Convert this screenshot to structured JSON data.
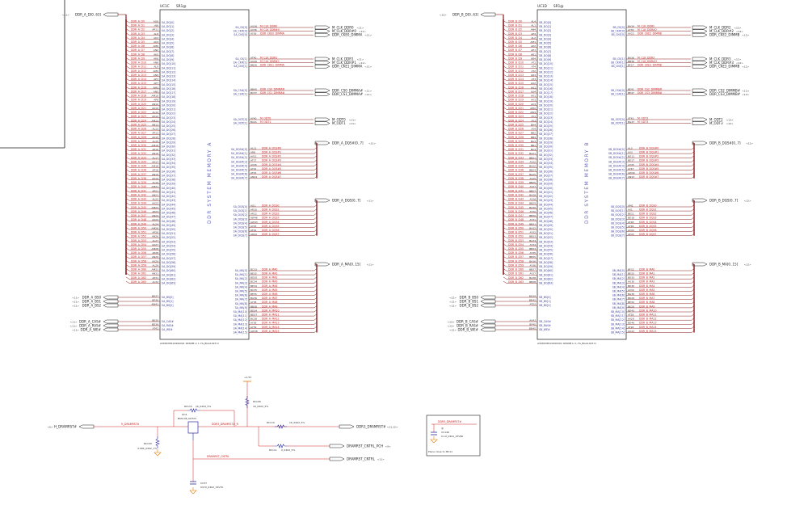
{
  "colors": {
    "wire": "#8b1a1a",
    "net": "#cc2222",
    "pin": "#3a3a9a",
    "body": "#1a1a1a",
    "title": "#6a6ac8",
    "power": "#e07a00",
    "part": "#2a2aa0"
  },
  "chA": {
    "ref": "UC1C",
    "refSuffix": "SR1@",
    "title": "DDR SYSTEM MEMORY A",
    "partNo": "AVK8036510990001 SRSNM LI 1.7G_BGA1023 D",
    "busIn": "DDR_A_D[0..63]",
    "busInTag": "<11>",
    "dqPins": [
      "AG6",
      "AJ6",
      "AP11",
      "AL8",
      "AK3",
      "AK4",
      "AM6",
      "AN2",
      "AK5",
      "AK6",
      "AN8",
      "AL9",
      "AM9",
      "AN9",
      "AP3",
      "AP7",
      "AM3",
      "AN5",
      "AM10",
      "AP8",
      "AN10",
      "AK10",
      "AL12",
      "AK12",
      "AM13",
      "AN13",
      "AL13",
      "AP13",
      "AK15",
      "AL15",
      "AM16",
      "AP16",
      "AN16",
      "AL17",
      "AK17",
      "AM18",
      "AP18",
      "AN19",
      "AK19",
      "AL19",
      "AM21",
      "AP21",
      "AN21",
      "AL22",
      "AK22",
      "AM23",
      "AP23",
      "AN24",
      "AK24",
      "AL24",
      "AM26",
      "AP26",
      "AN26",
      "AL27",
      "AK27",
      "AM28",
      "AP28",
      "AN29",
      "AK29",
      "AL29",
      "AM31",
      "AN31",
      "AP31",
      "AL32"
    ],
    "clk": {
      "pins": [
        "AU36",
        "AV36",
        "AY26"
      ],
      "labels": [
        "SA_CK[0]",
        "SA_CK#[0]",
        "SA_CKE[0]"
      ],
      "nets": [
        "M_CLK_DDR0",
        "M_CLK_DDR#0",
        "DDR_CKE0_DIMMA"
      ],
      "ports": [
        "M_CLK_DDR0",
        "M_CLK_DDR#0",
        "DDR_CKE0_DIMMA"
      ],
      "tags": [
        "<11>",
        "<11>",
        "<11>"
      ]
    },
    "clk1": {
      "pins": [
        "AT40",
        "AU40",
        "BB26"
      ],
      "labels": [
        "SA_CK[1]",
        "SA_CK#[1]",
        "SA_CKE[1]"
      ],
      "nets": [
        "M_CLK_DDR1",
        "M_CLK_DDR#1",
        "DDR_CKE1_DIMMA"
      ],
      "ports": [
        "M_CLK_DDR1",
        "M_CLK_DDR#1",
        "DDR_CKE1_DIMMA"
      ],
      "tags": [
        "<11>",
        "<11>",
        "<11>"
      ]
    },
    "cs": {
      "pins": [
        "BB40",
        "BC37"
      ],
      "labels": [
        "SA_CS#[0]",
        "SA_CS#[1]"
      ],
      "nets": [
        "DDR_CS0_DIMMA#",
        "DDR_CS1_DIMMA#"
      ],
      "ports": [
        "DDR_CS0_DIMMA#",
        "DDR_CS1_DIMMA#"
      ],
      "tags": [
        "<11>",
        "<11>"
      ]
    },
    "odt": {
      "pins": [
        "AY40",
        "BA41"
      ],
      "labels": [
        "SA_ODT[0]",
        "SA_ODT[1]"
      ],
      "nets": [
        "M_ODT0",
        "M_ODT1"
      ],
      "ports": [
        "M_ODT0",
        "M_ODT1"
      ],
      "tags": [
        "<11>",
        "<11>"
      ]
    },
    "dqsn": {
      "pins": [
        "AL11",
        "AR8",
        "AV11",
        "AT17",
        "AV45",
        "AY41",
        "AT43",
        "AN44"
      ],
      "port": "DDR_A_DQS#[0..7]",
      "tag": "<11>"
    },
    "dqs": {
      "pins": [
        "AJ11",
        "AR10",
        "AR11",
        "AW46",
        "AW43",
        "AY43",
        "AT42",
        "AR44"
      ],
      "port": "DDR_A_DQS[0..7]",
      "tag": "<11>"
    },
    "ma": {
      "pins": [
        "BC33",
        "BE32",
        "BD35",
        "BC34",
        "BE34",
        "BC35",
        "BE35",
        "BA36",
        "AY38",
        "BB38",
        "BD34",
        "BD37",
        "BC38",
        "AY36",
        "AY39",
        "AW38"
      ],
      "port": "DDR_A_MA[0..15]",
      "tag": "<11>"
    },
    "bs": {
      "pins": [
        "BD37",
        "BF30",
        "AW41"
      ],
      "labels": [
        "SA_BS[0]",
        "SA_BS[1]",
        "SA_BS[2]"
      ],
      "ports": [
        "DDR_A_BS0",
        "DDR_A_BS1",
        "DDR_A_BS2"
      ],
      "tags": [
        "<11>",
        "<11>",
        "<11>"
      ]
    },
    "ras": {
      "pins": [
        "BE39",
        "BD39",
        "AT41"
      ],
      "labels": [
        "SA_CAS#",
        "SA_RAS#",
        "SA_WE#"
      ],
      "ports": [
        "DDR_A_CAS#",
        "DDR_A_RAS#",
        "DDR_A_WE#"
      ],
      "tags": [
        "<11>",
        "<11>",
        "<11>"
      ]
    }
  },
  "chB": {
    "ref": "UC1D",
    "refSuffix": "SR1@",
    "title": "DDR SYSTEM MEMORY B",
    "partNo": "AVK8036510990001 SRSNM LI 1.7G_BGA1023 D",
    "busIn": "DDR_B_D[0..63]",
    "busInTag": "<12>",
    "dqPins": [
      "AL4",
      "AL1",
      "AN4",
      "AP4",
      "AL2",
      "AM1",
      "AP2",
      "AP1",
      "AR1",
      "AR4",
      "AT1",
      "AT4",
      "AT2",
      "AR3",
      "AT3",
      "AU2",
      "AU1",
      "AU4",
      "AV1",
      "AV3",
      "AV4",
      "AW2",
      "AW4",
      "AY1",
      "AY3",
      "BA4",
      "AY4",
      "BB2",
      "BB4",
      "BA3",
      "BB1",
      "BC4",
      "BA21",
      "BB21",
      "AY22",
      "BA22",
      "BB24",
      "BA25",
      "AY25",
      "BB25",
      "AY27",
      "BB27",
      "BA28",
      "AY28",
      "BB29",
      "BA30",
      "AY30",
      "BB30",
      "AY31",
      "BB31",
      "BA32",
      "AY32",
      "BB33",
      "BA34",
      "AY34",
      "BB34",
      "AY35",
      "BB35",
      "BA36",
      "AY36",
      "BB37",
      "AY37",
      "BA38",
      "BB38"
    ],
    "clk": {
      "pins": [
        "BA34",
        "AY34",
        "AV22"
      ],
      "labels": [
        "SB_CK[0]",
        "SB_CK#[0]",
        "SB_CKE[0]"
      ],
      "nets": [
        "M_CLK_DDR2",
        "M_CLK_DDR#2",
        "DDR_CKE2_DIMMB"
      ],
      "ports": [
        "M_CLK_DDR2",
        "M_CLK_DDR#2",
        "DDR_CKE2_DIMMB"
      ],
      "tags": [
        "<12>",
        "<12>",
        "<12>"
      ]
    },
    "clk1": {
      "pins": [
        "BA36",
        "BB36",
        "BF27"
      ],
      "labels": [
        "SB_CK[1]",
        "SB_CK#[1]",
        "SB_CKE[1]"
      ],
      "nets": [
        "M_CLK_DDR3",
        "M_CLK_DDR#3",
        "DDR_CKE3_DIMMB"
      ],
      "ports": [
        "M_CLK_DDR3",
        "M_CLK_DDR#3",
        "DDR_CKE3_DIMMB"
      ],
      "tags": [
        "<12>",
        "<12>",
        "<12>"
      ]
    },
    "cs": {
      "pins": [
        "BE41",
        "BE47"
      ],
      "labels": [
        "SB_CS#[0]",
        "SB_CS#[1]"
      ],
      "nets": [
        "DDR_CS2_DIMMB#",
        "DDR_CS3_DIMMB#"
      ],
      "ports": [
        "DDR_CS2_DIMMB#",
        "DDR_CS3_DIMMB#"
      ],
      "tags": [
        "<12>",
        "<12>"
      ]
    },
    "odt": {
      "pins": [
        "AT43",
        "BG47"
      ],
      "labels": [
        "SB_ODT[0]",
        "SB_ODT[1]"
      ],
      "nets": [
        "M_ODT2",
        "M_ODT3"
      ],
      "ports": [
        "M_ODT2",
        "M_ODT3"
      ],
      "tags": [
        "<12>",
        "<12>"
      ]
    },
    "dqsn": {
      "pins": [
        "AL3",
        "AV3",
        "BG11",
        "BD17",
        "AV45",
        "AY47",
        "AW40",
        "AN43"
      ],
      "port": "DDR_B_DQS#[0..7]",
      "tag": "<12>"
    },
    "dqs": {
      "pins": [
        "AM2",
        "AV1",
        "BE11",
        "BD18",
        "AT48",
        "AY46",
        "AV43",
        "AP43"
      ],
      "port": "DDR_B_DQS[0..7]",
      "tag": "<12>"
    },
    "ma": {
      "pins": [
        "BF32",
        "BE33",
        "BD33",
        "AU30",
        "BD30",
        "AV30",
        "BG30",
        "BD29",
        "BE30",
        "BE28",
        "BD43",
        "AT28",
        "AV28",
        "BD46",
        "AT26",
        "AU22"
      ],
      "port": "DDR_B_MA[0..15]",
      "tag": "<12>"
    },
    "bs": {
      "pins": [
        "BG39",
        "BD42",
        "AT22"
      ],
      "labels": [
        "SB_BS[0]",
        "SB_BS[1]",
        "SB_BS[2]"
      ],
      "ports": [
        "DDR_B_BS0",
        "DDR_B_BS1",
        "DDR_B_BS2"
      ],
      "tags": [
        "<12>",
        "<12>",
        "<12>"
      ]
    },
    "ras": {
      "pins": [
        "AV43",
        "BF40",
        "BD45"
      ],
      "labels": [
        "SB_CAS#",
        "SB_RAS#",
        "SB_WE#"
      ],
      "ports": [
        "DDR_B_CAS#",
        "DDR_B_RAS#",
        "DDR_B_WE#"
      ],
      "tags": [
        "<12>",
        "<12>",
        "<12>"
      ]
    }
  },
  "reset": {
    "inPort": "H_DRAMRST#",
    "inTag": "<6>",
    "net1": "H_DRAMRST#",
    "power": "+1.5V",
    "rc106": {
      "ref": "RC106",
      "value": "1K_0402_5%"
    },
    "rc109": {
      "ref": "RC109",
      "value": "4.99K_0402_1%"
    },
    "rc110": {
      "ref": "RC110",
      "value": "1K_0402_5%"
    },
    "rc111": {
      "ref": "RC111",
      "value": "0_0402_5%"
    },
    "rc115": {
      "ref": "RC115",
      "value": "1K_0402_5%"
    },
    "q": {
      "ref": "QC4",
      "value": "BSS138_SOT23"
    },
    "netDdr": "DDR3_DRAMRST#_R",
    "outPort": "DDR3_DRAMRST#",
    "outTag": "<11,12>",
    "cntlPwr": "DRAMRST_CNTRL_PCH",
    "cntlPwrTag": "<9>",
    "cntl": "DRAMRST_CNTRL",
    "cntlTag": "<11>",
    "cap": {
      "ref": "CC37",
      "value": "047U_0402_16V7K"
    },
    "box": {
      "net": "DDR3_DRAMRST#",
      "capRef": "CC146",
      "capVal": "0.1U_0402_25V6K",
      "mark": "@",
      "note": "Place close to MC11"
    }
  }
}
